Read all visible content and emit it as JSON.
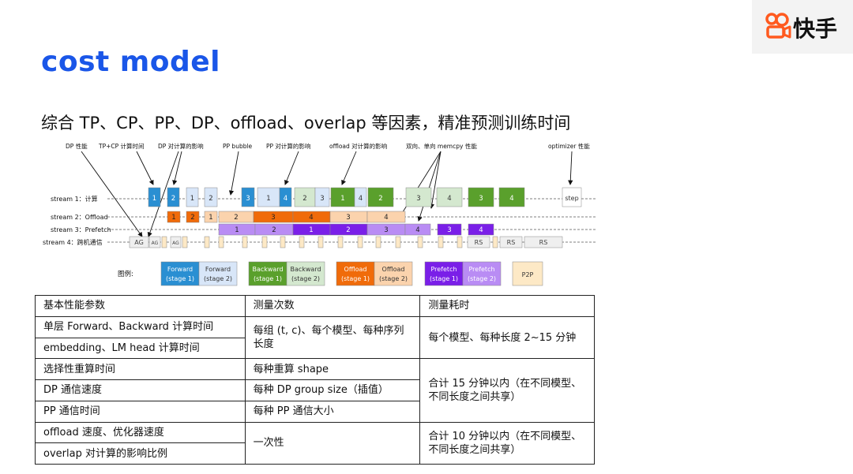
{
  "title": "cost model",
  "logo": {
    "text": "快手"
  },
  "subtitle": "综合 TP、CP、PP、DP、offload、overlap 等因素，精准预测训练时间",
  "annotations": {
    "dp_perf": "DP 性能",
    "tpcp_time": "TP+CP 计算时间",
    "dp_impact": "DP 对计算的影响",
    "pp_bubble": "PP bubble",
    "pp_impact": "PP 对计算的影响",
    "offload_impact": "offload 对计算的影响",
    "memcpy_perf": "双向、单向 memcpy 性能",
    "optimizer_perf": "optimizer 性能"
  },
  "streams": {
    "s1": "stream 1：计算",
    "s2": "stream 2：Offload",
    "s3": "stream 3：Prefetch",
    "s4": "stream 4：跨机通信"
  },
  "blocks": {
    "one": "1",
    "two": "2",
    "three": "3",
    "four": "4",
    "step": "step",
    "ag": "AG",
    "rs": "RS"
  },
  "legend": {
    "label": "图例:",
    "forward1": [
      "Forward",
      "(stage 1)"
    ],
    "forward2": [
      "Forward",
      "(stage 2)"
    ],
    "backward1": [
      "Backward",
      "(stage 1)"
    ],
    "backward2": [
      "Backward",
      "(stage 2)"
    ],
    "offload1": [
      "Offload",
      "(stage 1)"
    ],
    "offload2": [
      "Offload",
      "(stage 2)"
    ],
    "prefetch1": [
      "Prefetch",
      "(stage 1)"
    ],
    "prefetch2": [
      "Prefetch",
      "(stage 2)"
    ],
    "p2p": "P2P"
  },
  "colors": {
    "forward1": "#2a8fd2",
    "forward2": "#d8e6f8",
    "backward1": "#5aa02c",
    "backward2": "#d4e8cf",
    "offload1": "#f06b0a",
    "offload2": "#fbd3ad",
    "prefetch1": "#7a1fe8",
    "prefetch2": "#b98cf4",
    "p2p": "#fde9c6",
    "grey": "#efefef",
    "title": "#1a56e8"
  },
  "table": {
    "headers": [
      "基本性能参数",
      "测量次数",
      "测量耗时"
    ],
    "params": [
      "单层 Forward、Backward 计算时间",
      "embedding、LM head 计算时间",
      "选择性重算时间",
      "DP 通信速度",
      "PP 通信时间",
      "offload 速度、优化器速度",
      "overlap 对计算的影响比例"
    ],
    "counts": [
      "每组 (t, c)、每个模型、每种序列长度",
      "每种重算 shape",
      "每种 DP group size（插值）",
      "每种 PP 通信大小",
      "一次性"
    ],
    "times": [
      "每个模型、每种长度 2~15 分钟",
      "合计 15 分钟以内（在不同模型、不同长度之间共享）",
      "合计 10 分钟以内（在不同模型、不同长度之间共享）"
    ]
  }
}
